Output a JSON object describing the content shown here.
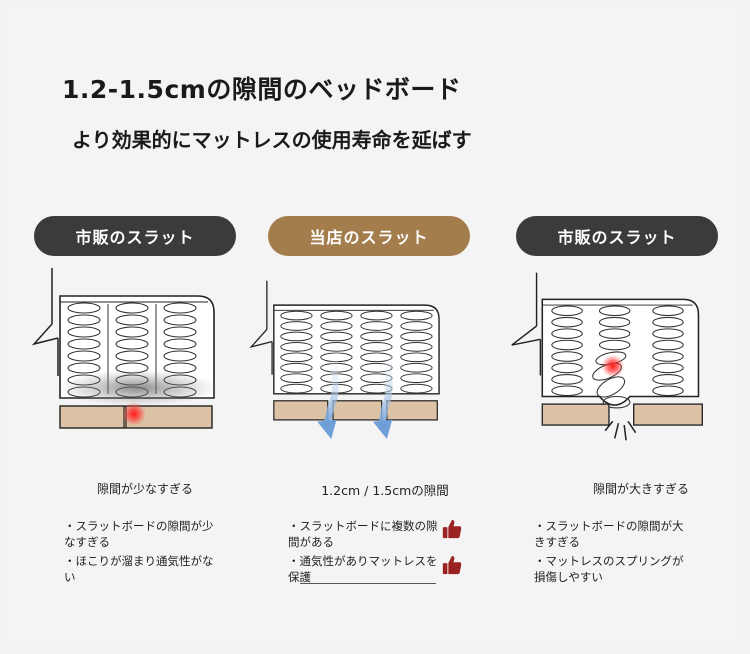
{
  "title": "1.2-1.5cmの隙間のベッドボード",
  "subtitle": "より効果的にマットレスの使用寿命を延ばす",
  "columns": [
    {
      "label": "市販のスラット",
      "caption": "隙間が少なすぎる",
      "notes": [
        "・スラットボードの隙間が少なすぎる",
        "・ほこりが溜まり通気性がない"
      ],
      "color": "#3b3b3b"
    },
    {
      "label": "当店のスラット",
      "caption": "1.2cm / 1.5cmの隙間",
      "notes": [
        "・スラットボードに複数の隙間がある",
        "・通気性がありマットレスを保護"
      ],
      "color": "#a47d4d"
    },
    {
      "label": "市販のスラット",
      "caption": "隙間が大きすぎる",
      "notes": [
        "・スラットボードの隙間が大きすぎる",
        "・マットレスのスプリングが損傷しやすい"
      ],
      "color": "#3b3b3b"
    }
  ],
  "icons": {
    "thumbs_up": "thumbs-up-icon",
    "airflow": "airflow-arrow-icon",
    "pressure": "pressure-point-icon"
  },
  "colors": {
    "slat": "#dcc3a6",
    "thumb": "#9b2222",
    "airflow": "#6f9fd8",
    "pressure": "#e41e1e"
  }
}
